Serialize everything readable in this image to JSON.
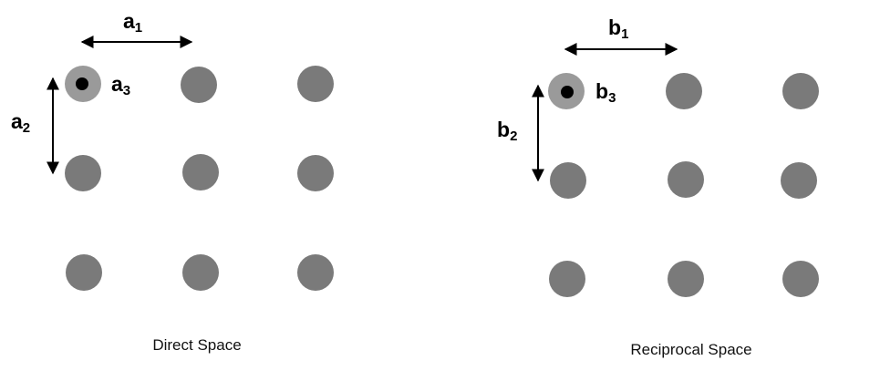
{
  "colors": {
    "lattice_point": "#7a7a7a",
    "origin_ring": "#9a9a9a",
    "origin_dot": "#000000",
    "arrow": "#000000"
  },
  "direct": {
    "caption": "Direct Space",
    "vector_1": {
      "letter": "a",
      "sub": "1"
    },
    "vector_2": {
      "letter": "a",
      "sub": "2"
    },
    "vector_3": {
      "letter": "a",
      "sub": "3"
    }
  },
  "reciprocal": {
    "caption": "Reciprocal Space",
    "vector_1": {
      "letter": "b",
      "sub": "1"
    },
    "vector_2": {
      "letter": "b",
      "sub": "2"
    },
    "vector_3": {
      "letter": "b",
      "sub": "3"
    }
  }
}
